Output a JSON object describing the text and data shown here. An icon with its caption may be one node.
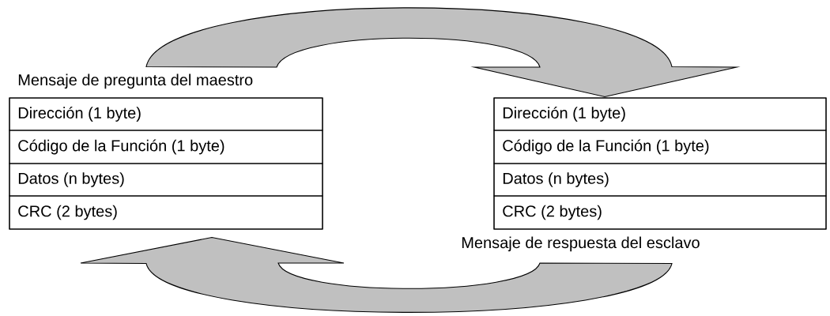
{
  "diagram": {
    "nodes": [
      {
        "text": [
          "Mensaje de pregunta del maestro"
        ]
      },
      {
        "text": [
          "Dirección (1 byte)"
        ],
        "in": 0
      },
      {
        "text": [
          "Código de la Función (1 byte)"
        ],
        "in": 0
      },
      {
        "text": [
          "Datos (n bytes)"
        ],
        "in": 0
      },
      {
        "text": [
          "CRC (2 bytes)"
        ],
        "in": 0
      },
      {
        "text": [
          "Mensaje de respuesta del esclavo"
        ]
      },
      {
        "text": [
          "Dirección (1 byte)"
        ],
        "in": 5
      },
      {
        "text": [
          "Código de la Función (1 byte)"
        ],
        "in": 5
      },
      {
        "text": [
          "Datos (n bytes)"
        ],
        "in": 5
      },
      {
        "text": [
          "CRC (2 bytes)"
        ],
        "in": 5
      }
    ],
    "edges": [
      {
        "from": 0,
        "to": 5,
        "arrow": "to"
      },
      {
        "from": 5,
        "to": 0,
        "arrow": "to"
      }
    ]
  }
}
